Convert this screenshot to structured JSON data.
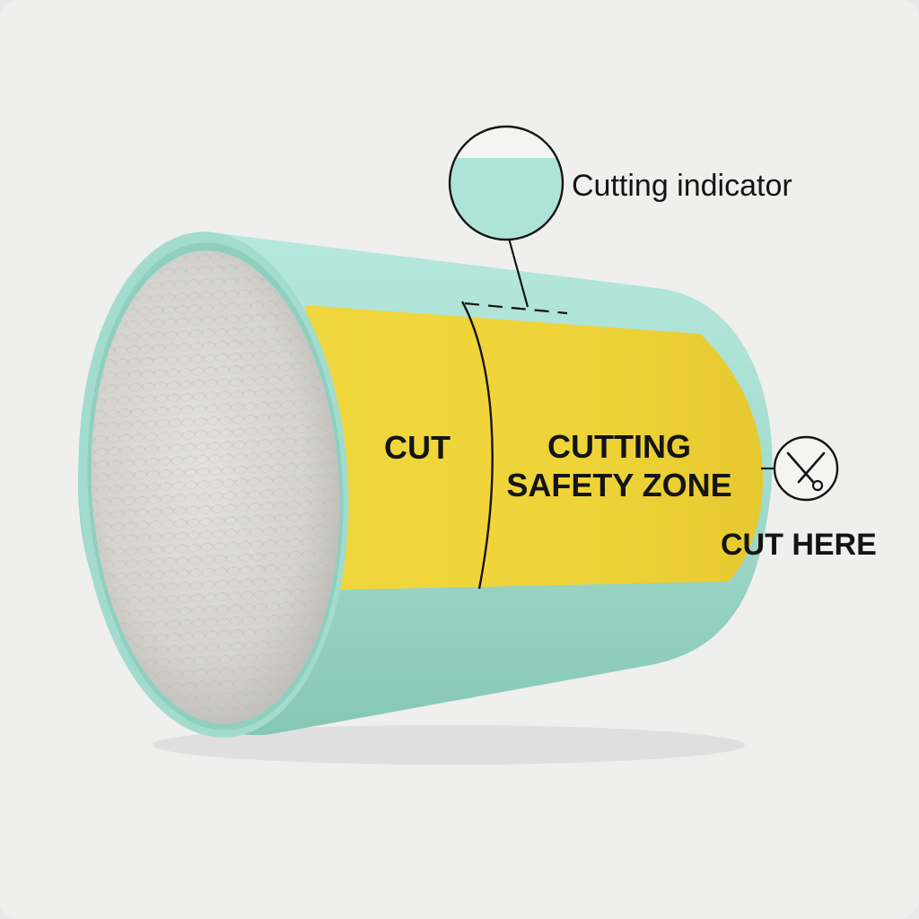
{
  "labels": {
    "cutting_indicator": "Cutting indicator",
    "cut": "CUT",
    "cutting_safety_zone": "CUTTING SAFETY ZONE",
    "cut_here": "CUT HERE"
  },
  "icons": {
    "scissors": "scissors-icon"
  },
  "colors": {
    "background": "#efefee",
    "tube_teal": "#a9e0d2",
    "safety_band_yellow": "#efd33a",
    "core_fiber": "#d9d8d5",
    "ink": "#141414"
  }
}
